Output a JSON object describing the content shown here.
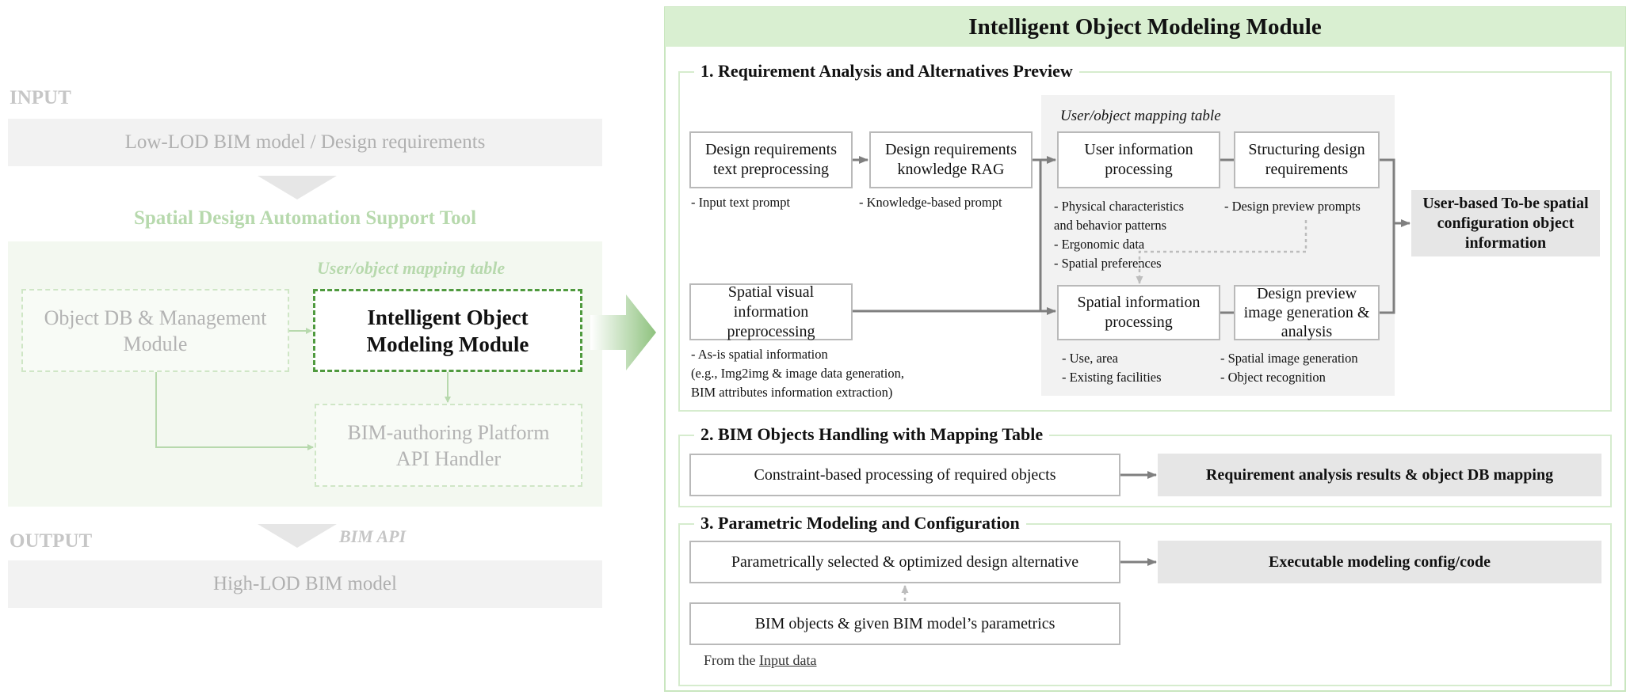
{
  "left": {
    "input_label": "INPUT",
    "input_value": "Low-LOD BIM model / Design requirements",
    "tool_title": "Spatial Design Automation Support Tool",
    "mapping_table_label": "User/object mapping table",
    "object_db": "Object DB & Management Module",
    "intelligent_module": "Intelligent Object Modeling Module",
    "bim_handler": "BIM-authoring Platform API Handler",
    "output_label": "OUTPUT",
    "bim_api_label": "BIM API",
    "output_value": "High-LOD BIM model"
  },
  "module": {
    "title": "Intelligent Object Modeling Module",
    "section1": {
      "title": "1. Requirement Analysis and Alternatives Preview",
      "mapping_table_label": "User/object mapping table",
      "text_preprocessing": "Design requirements text preprocessing",
      "text_preprocessing_note": "- Input text prompt",
      "knowledge_rag": "Design requirements knowledge RAG",
      "knowledge_rag_note": "- Knowledge-based prompt",
      "user_info": "User information processing",
      "user_info_notes": [
        "- Physical characteristics",
        "and behavior patterns",
        "- Ergonomic data",
        "- Spatial preferences"
      ],
      "structuring": "Structuring design requirements",
      "structuring_note": "- Design preview prompts",
      "spatial_visual": "Spatial visual information preprocessing",
      "spatial_visual_notes": [
        "- As-is spatial information",
        "(e.g., Img2img & image data generation,",
        "BIM attributes information extraction)"
      ],
      "spatial_info": "Spatial information processing",
      "spatial_info_notes": [
        "- Use, area",
        "- Existing facilities"
      ],
      "preview_generation": "Design preview image generation & analysis",
      "preview_generation_notes": [
        "- Spatial image generation",
        "- Object recognition"
      ],
      "result": "User-based To-be spatial configuration object information"
    },
    "section2": {
      "title": "2. BIM Objects Handling with Mapping Table",
      "process": "Constraint-based processing of required objects",
      "result": "Requirement analysis results & object DB mapping"
    },
    "section3": {
      "title": "3. Parametric Modeling and Configuration",
      "process": "Parametrically selected & optimized design alternative",
      "input": "BIM objects & given BIM model’s parametrics",
      "note_prefix": "From the ",
      "note_link": "Input data",
      "result": "Executable modeling config/code"
    }
  },
  "colors": {
    "light_green": "#d9efd1",
    "green_border": "#c9e6bf",
    "dark_green_dash": "#4f9a3e",
    "result_grey": "#e6e6e6",
    "arrow_grey": "#7f7f7f"
  }
}
